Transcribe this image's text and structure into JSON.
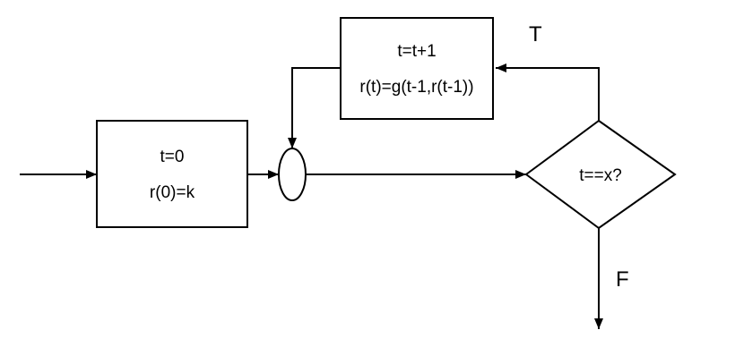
{
  "diagram": {
    "init_box": {
      "line1": "t=0",
      "line2": "r(0)=k"
    },
    "update_box": {
      "line1": "t=t+1",
      "line2": "r(t)=g(t-1,r(t-1))"
    },
    "decision": {
      "label": "t==x?"
    },
    "labels": {
      "true": "T",
      "false": "F"
    },
    "colors": {
      "stroke": "#000000",
      "box_fill": "#ffffff"
    }
  }
}
